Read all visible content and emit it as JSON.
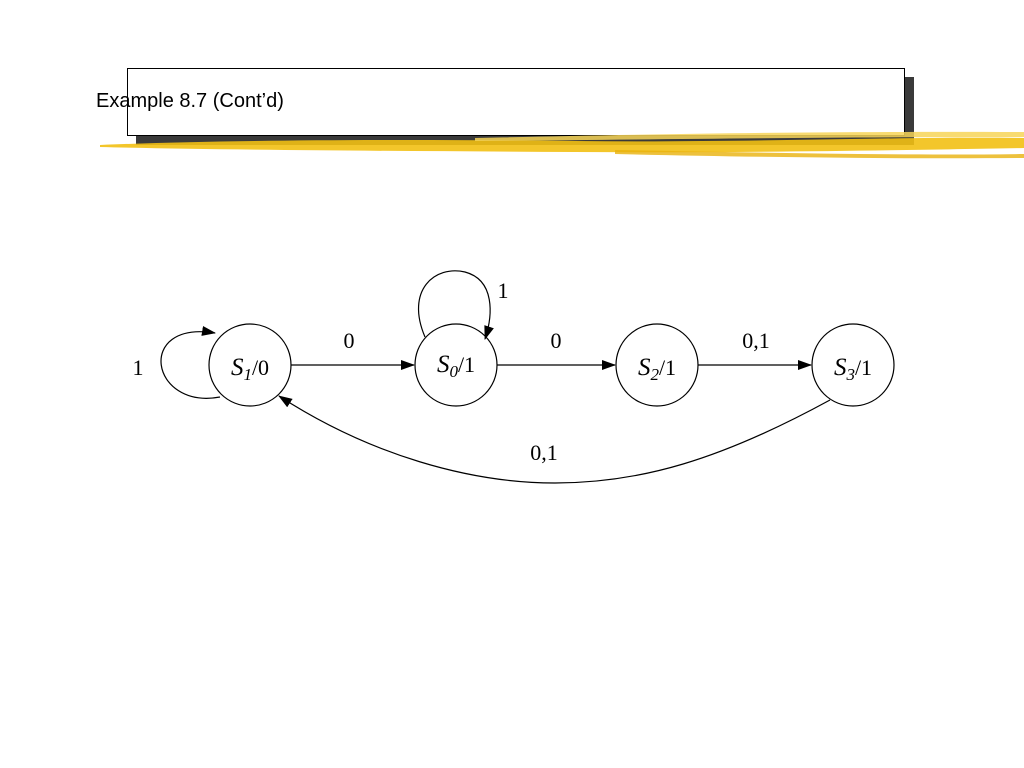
{
  "slide": {
    "title": "Example 8.7 (Cont’d)",
    "accent_color": "#f2c014"
  },
  "diagram": {
    "states": [
      {
        "id": "S1",
        "name": "S",
        "sub": "1",
        "output": "/0"
      },
      {
        "id": "S0",
        "name": "S",
        "sub": "0",
        "output": "/1"
      },
      {
        "id": "S2",
        "name": "S",
        "sub": "2",
        "output": "/1"
      },
      {
        "id": "S3",
        "name": "S",
        "sub": "3",
        "output": "/1"
      }
    ],
    "transitions": [
      {
        "from": "S1",
        "to": "S1",
        "label": "1"
      },
      {
        "from": "S1",
        "to": "S0",
        "label": "0"
      },
      {
        "from": "S0",
        "to": "S0",
        "label": "1"
      },
      {
        "from": "S0",
        "to": "S2",
        "label": "0"
      },
      {
        "from": "S2",
        "to": "S3",
        "label": "0,1"
      },
      {
        "from": "S3",
        "to": "S1",
        "label": "0,1"
      }
    ]
  }
}
